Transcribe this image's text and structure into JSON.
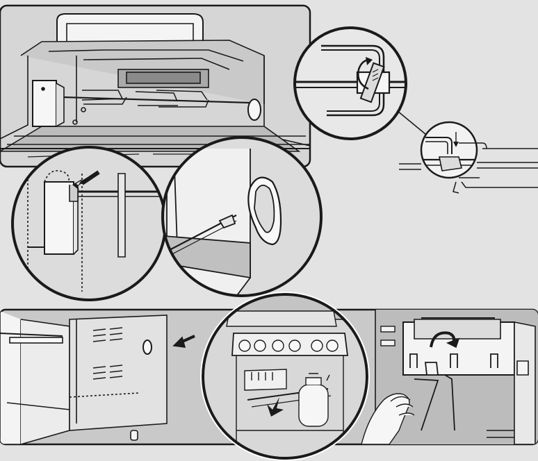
{
  "figure": {
    "kind": "assembly-illustration",
    "text_labels": [],
    "colors": {
      "background": "#e3e3e3",
      "panel_fill": "#d6d6d6",
      "panel_dark": "#bdbdbd",
      "line": "#1a1a1a",
      "circle_fill": "#cfcfcf",
      "bottom_panel_fill": "#c9c9c9",
      "white": "#ffffff"
    },
    "steps": [
      {
        "id": "install-spit-on-grill",
        "icon": "rotisserie-motor-icon",
        "insets": [
          "motor-bracket-arrow",
          "spit-handle-closeup"
        ]
      },
      {
        "id": "tighten-fork-thumbscrew",
        "icon": "spit-fork-icon",
        "insets": [
          "fork-screw-rotate-arrow",
          "fork-screw-down-arrow"
        ]
      },
      {
        "id": "store-spit-and-motor",
        "icon": "storage-cabinet-icon",
        "insets": [
          "cabinet-storage-arrow",
          "motor-hang-rotate-arrow"
        ]
      }
    ]
  }
}
